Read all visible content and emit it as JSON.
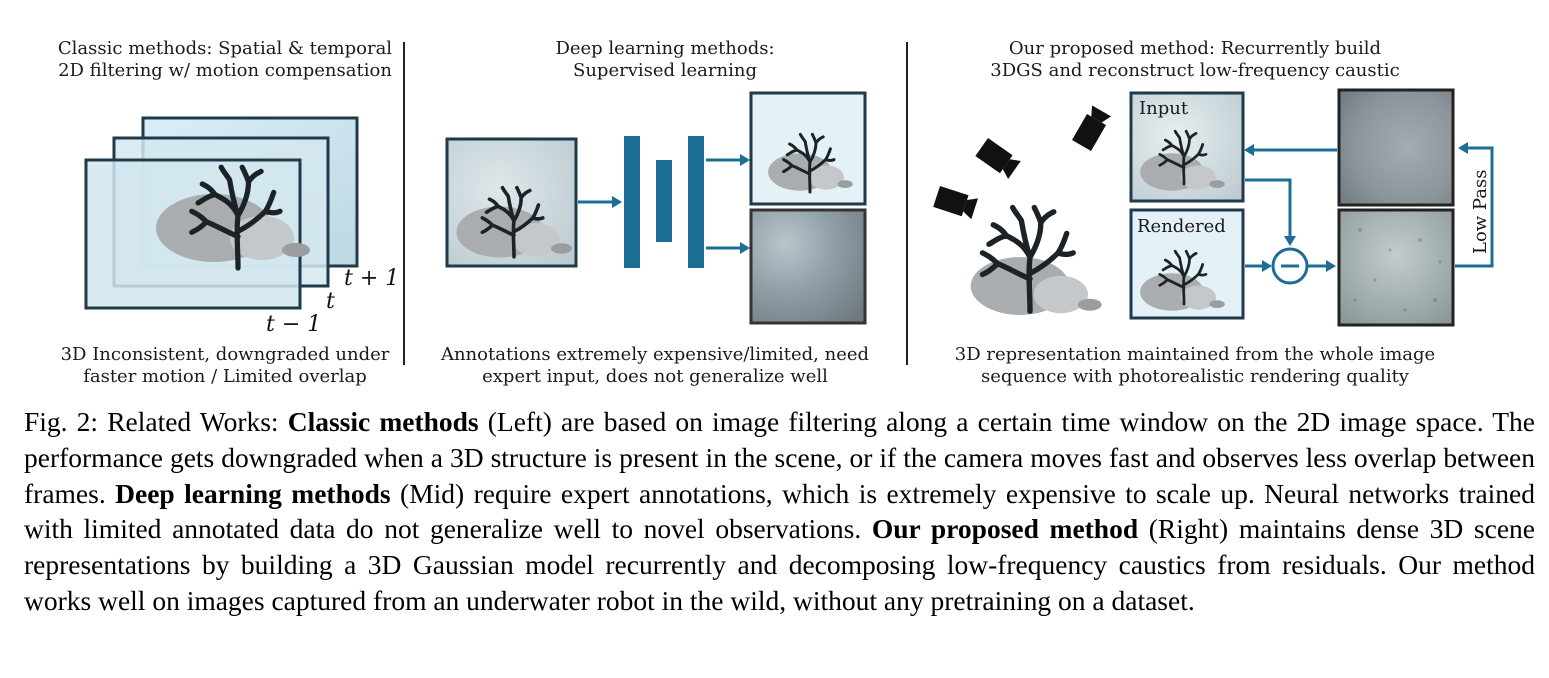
{
  "panels": {
    "left": {
      "title_line1": "Classic methods: Spatial & temporal",
      "title_line2": "2D filtering w/ motion compensation",
      "frame_labels": [
        "t + 1",
        "t",
        "t − 1"
      ],
      "footer_line1": "3D Inconsistent, downgraded under",
      "footer_line2": "faster motion / Limited overlap"
    },
    "mid": {
      "title_line1": "Deep learning methods:",
      "title_line2": "Supervised learning",
      "footer_line1": "Annotations extremely expensive/limited, need",
      "footer_line2": "expert input, does not generalize well"
    },
    "right": {
      "title_line1": "Our proposed method: Recurrently build",
      "title_line2": "3DGS and reconstruct low-frequency caustic",
      "input_label": "Input",
      "rendered_label": "Rendered",
      "low_pass_label": "Low Pass",
      "footer_line1": "3D representation maintained from the whole image",
      "footer_line2": "sequence with photorealistic rendering quality"
    }
  },
  "caption": {
    "fig_label": "Fig. 2: Related Works: ",
    "bold1": "Classic methods",
    "text1": " (Left) are based on image filtering along a certain time window on the 2D image space. The performance gets downgraded when a 3D structure is present in the scene, or if the camera moves fast and observes less overlap between frames. ",
    "bold2": "Deep learning methods",
    "text2": " (Mid) require expert annotations, which is extremely expensive to scale up. Neural networks trained with limited annotated data do not generalize well to novel observations. ",
    "bold3": "Our proposed method",
    "text3": " (Right) maintains dense 3D scene representations by building a 3D Gaussian model recurrently and decomposing low-frequency caustics from residuals. Our method works well on images captured from an underwater robot in the wild, without any pretraining on a dataset."
  },
  "colors": {
    "accent_blue": "#1a6d94",
    "frame_border": "#1f3a4d",
    "rock_gray": "#a9adb0",
    "coral_dark": "#1c2328"
  }
}
